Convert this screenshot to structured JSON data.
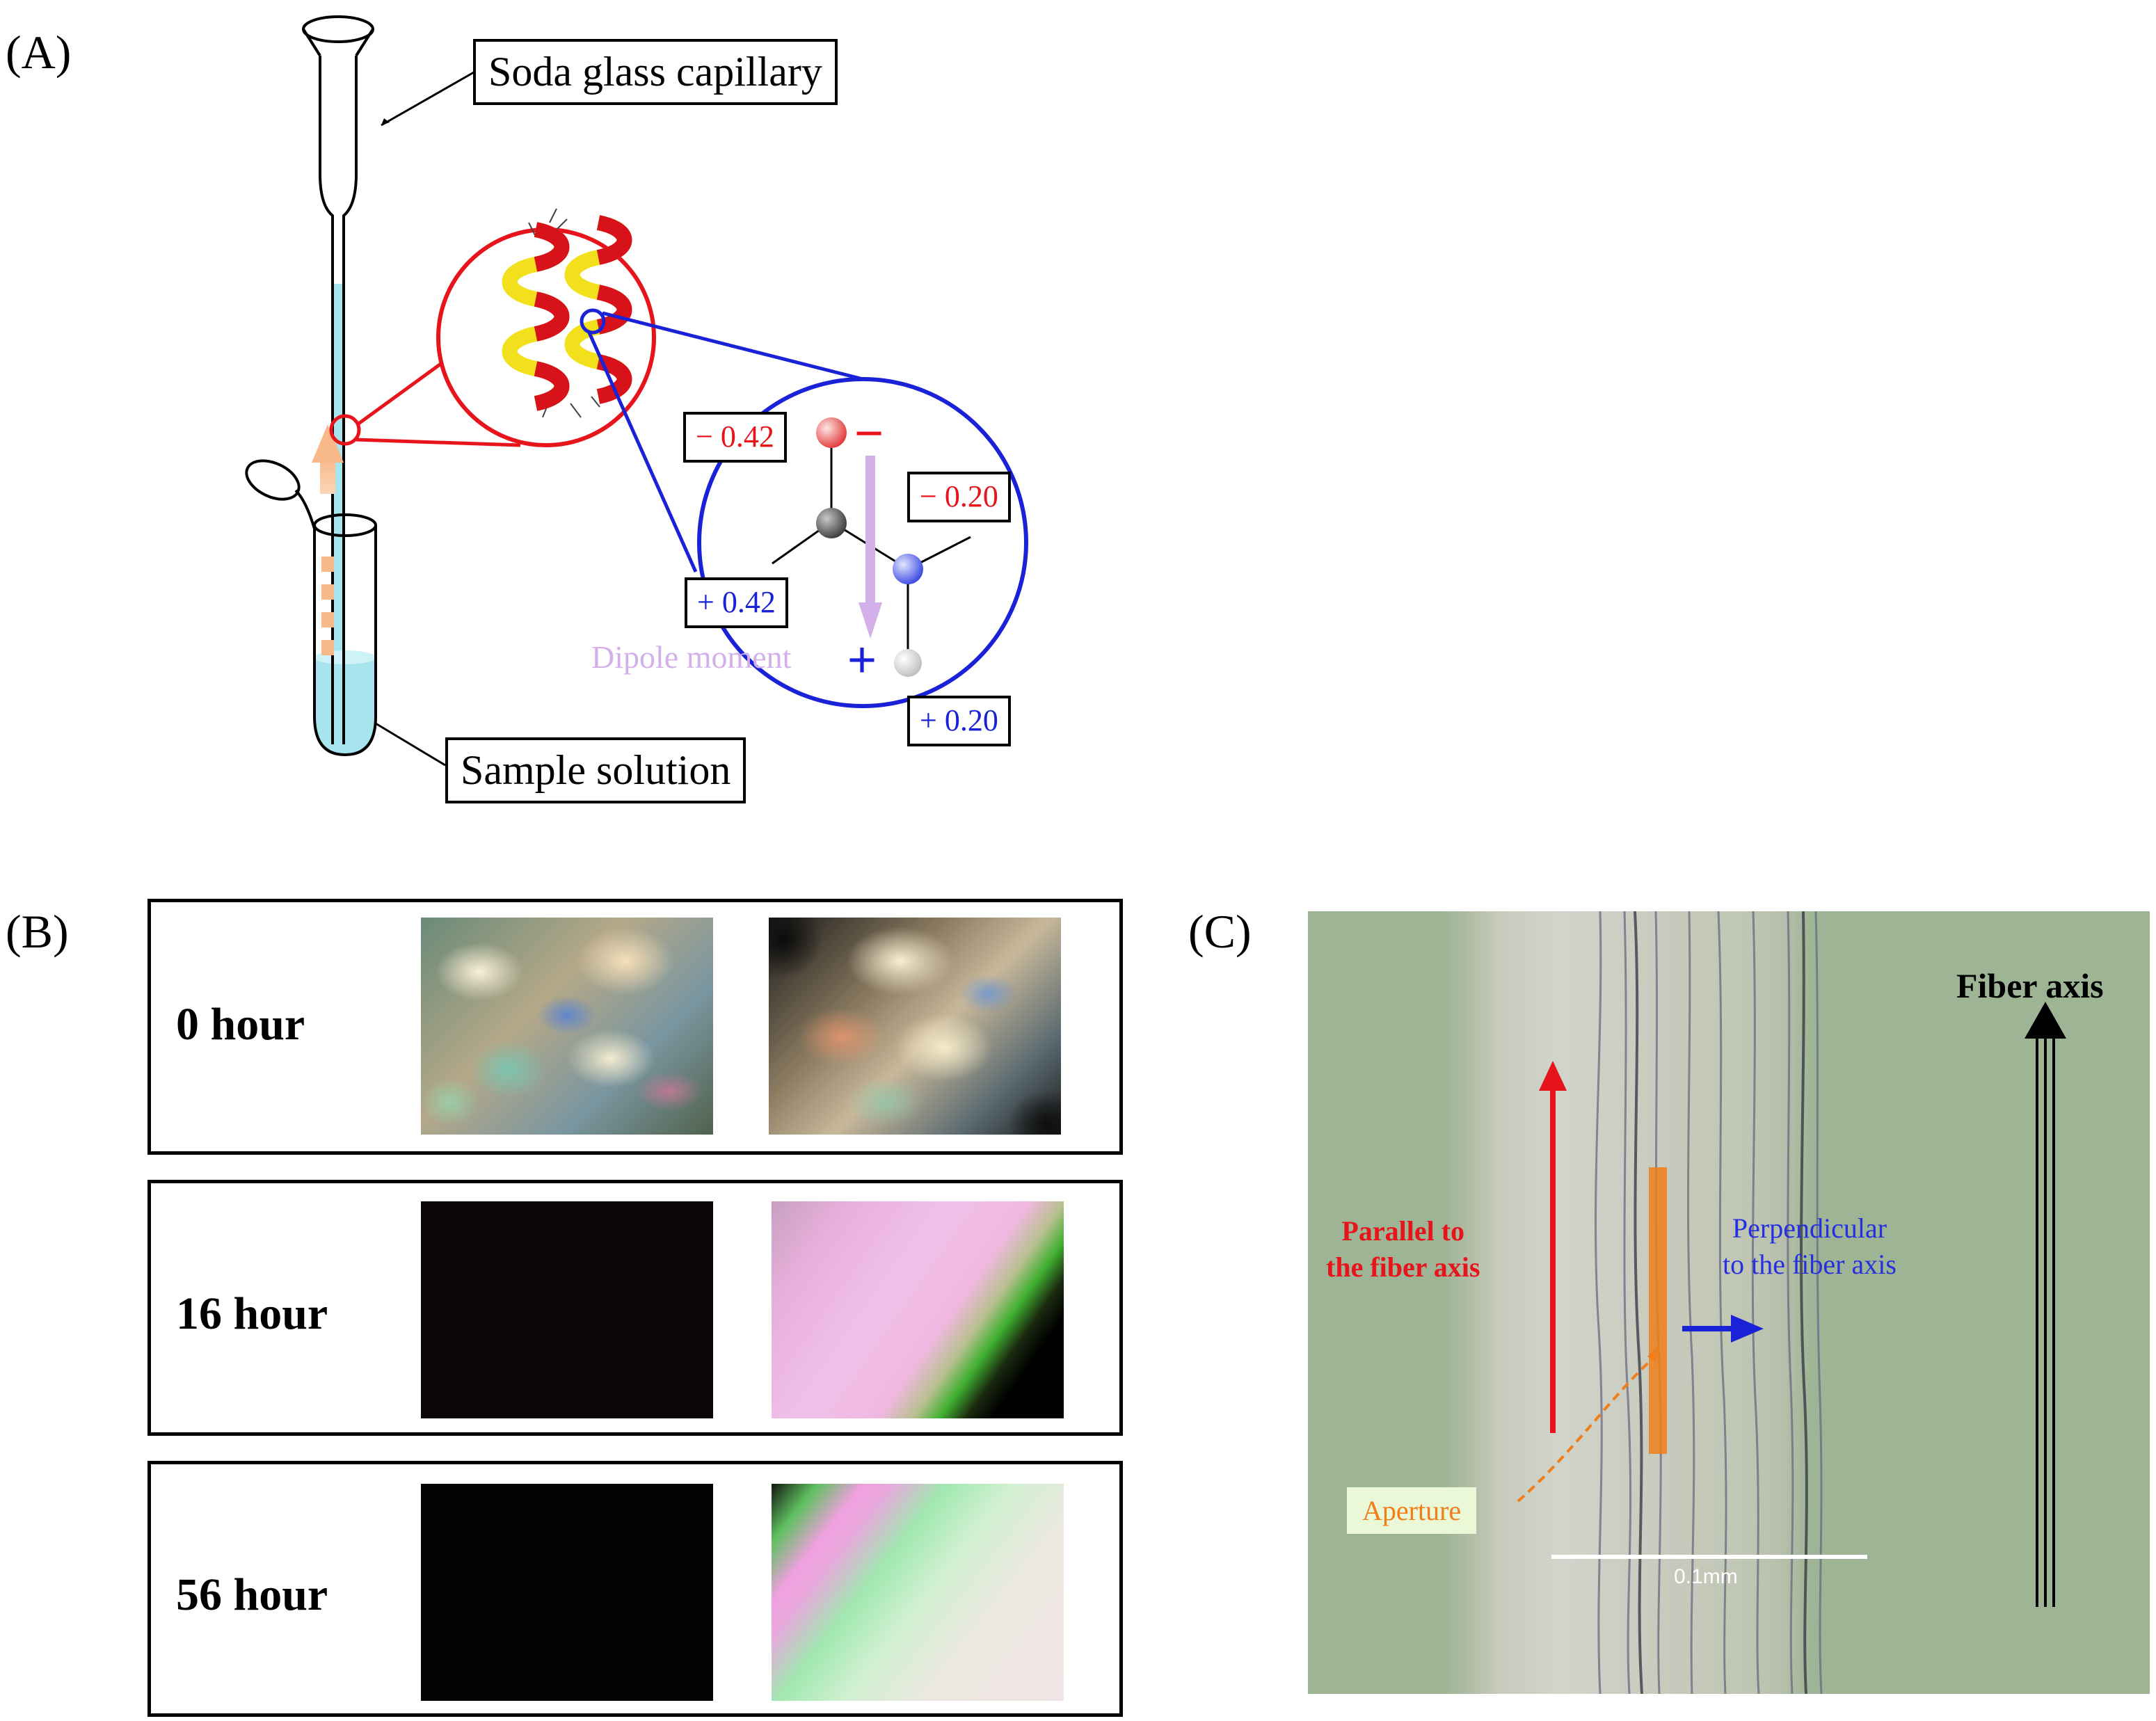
{
  "panel_a": {
    "label": "(A)",
    "capillary_label": "Soda glass capillary",
    "sample_label": "Sample solution",
    "dipole_label": "Dipole moment",
    "charges": {
      "o_neg": "− 0.42",
      "n_neg": "− 0.20",
      "c_pos": "+ 0.42",
      "h_pos": "+ 0.20"
    },
    "sign_minus": "−",
    "sign_plus": "+"
  },
  "panel_b": {
    "label": "(B)",
    "rows": [
      {
        "time": "0 hour"
      },
      {
        "time": "16 hour"
      },
      {
        "time": "56 hour"
      }
    ]
  },
  "panel_c": {
    "label": "(C)",
    "fiber_axis": "Fiber axis",
    "parallel_line1": "Parallel to",
    "parallel_line2": "the fiber axis",
    "perpendicular_line1": "Perpendicular",
    "perpendicular_line2": "to the fiber axis",
    "aperture": "Aperture",
    "scale": "0.1mm"
  },
  "colors": {
    "red": "#e8141c",
    "blue": "#1a22d8",
    "dipole": "#d4b0ea",
    "capillary_fill": "#a8e4ee",
    "fiber_bg": "#9db595",
    "aperture_orange": "#f07e1a"
  }
}
